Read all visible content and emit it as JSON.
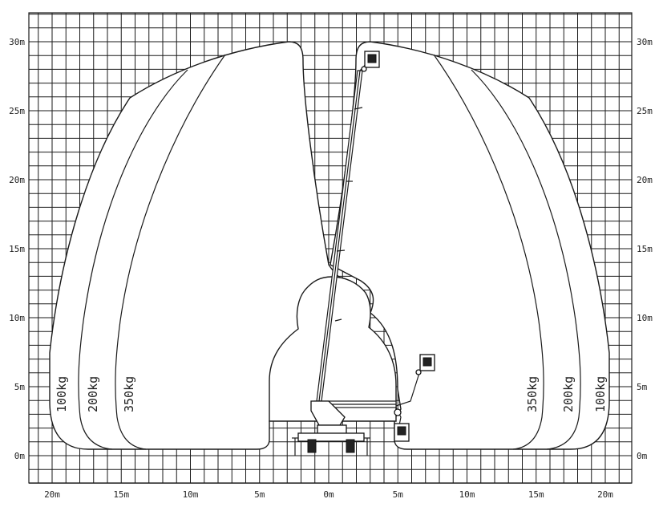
{
  "y_axis": {
    "left_labels": [
      "30m",
      "25m",
      "20m",
      "15m",
      "10m",
      "5m",
      "0m"
    ],
    "right_labels": [
      "30m",
      "25m",
      "20m",
      "15m",
      "10m",
      "5m",
      "0m"
    ],
    "values": [
      30,
      25,
      20,
      15,
      10,
      5,
      0
    ]
  },
  "x_axis": {
    "labels": [
      "20m",
      "15m",
      "10m",
      "5m",
      "0m",
      "5m",
      "10m",
      "15m",
      "20m"
    ],
    "values": [
      -20,
      -15,
      -10,
      -5,
      0,
      5,
      10,
      15,
      20
    ]
  },
  "load_curves": {
    "left": [
      "100kg",
      "200kg",
      "350kg"
    ],
    "right": [
      "350kg",
      "200kg",
      "100kg"
    ]
  },
  "colors": {
    "line": "#1a1a1a",
    "background": "#ffffff"
  }
}
